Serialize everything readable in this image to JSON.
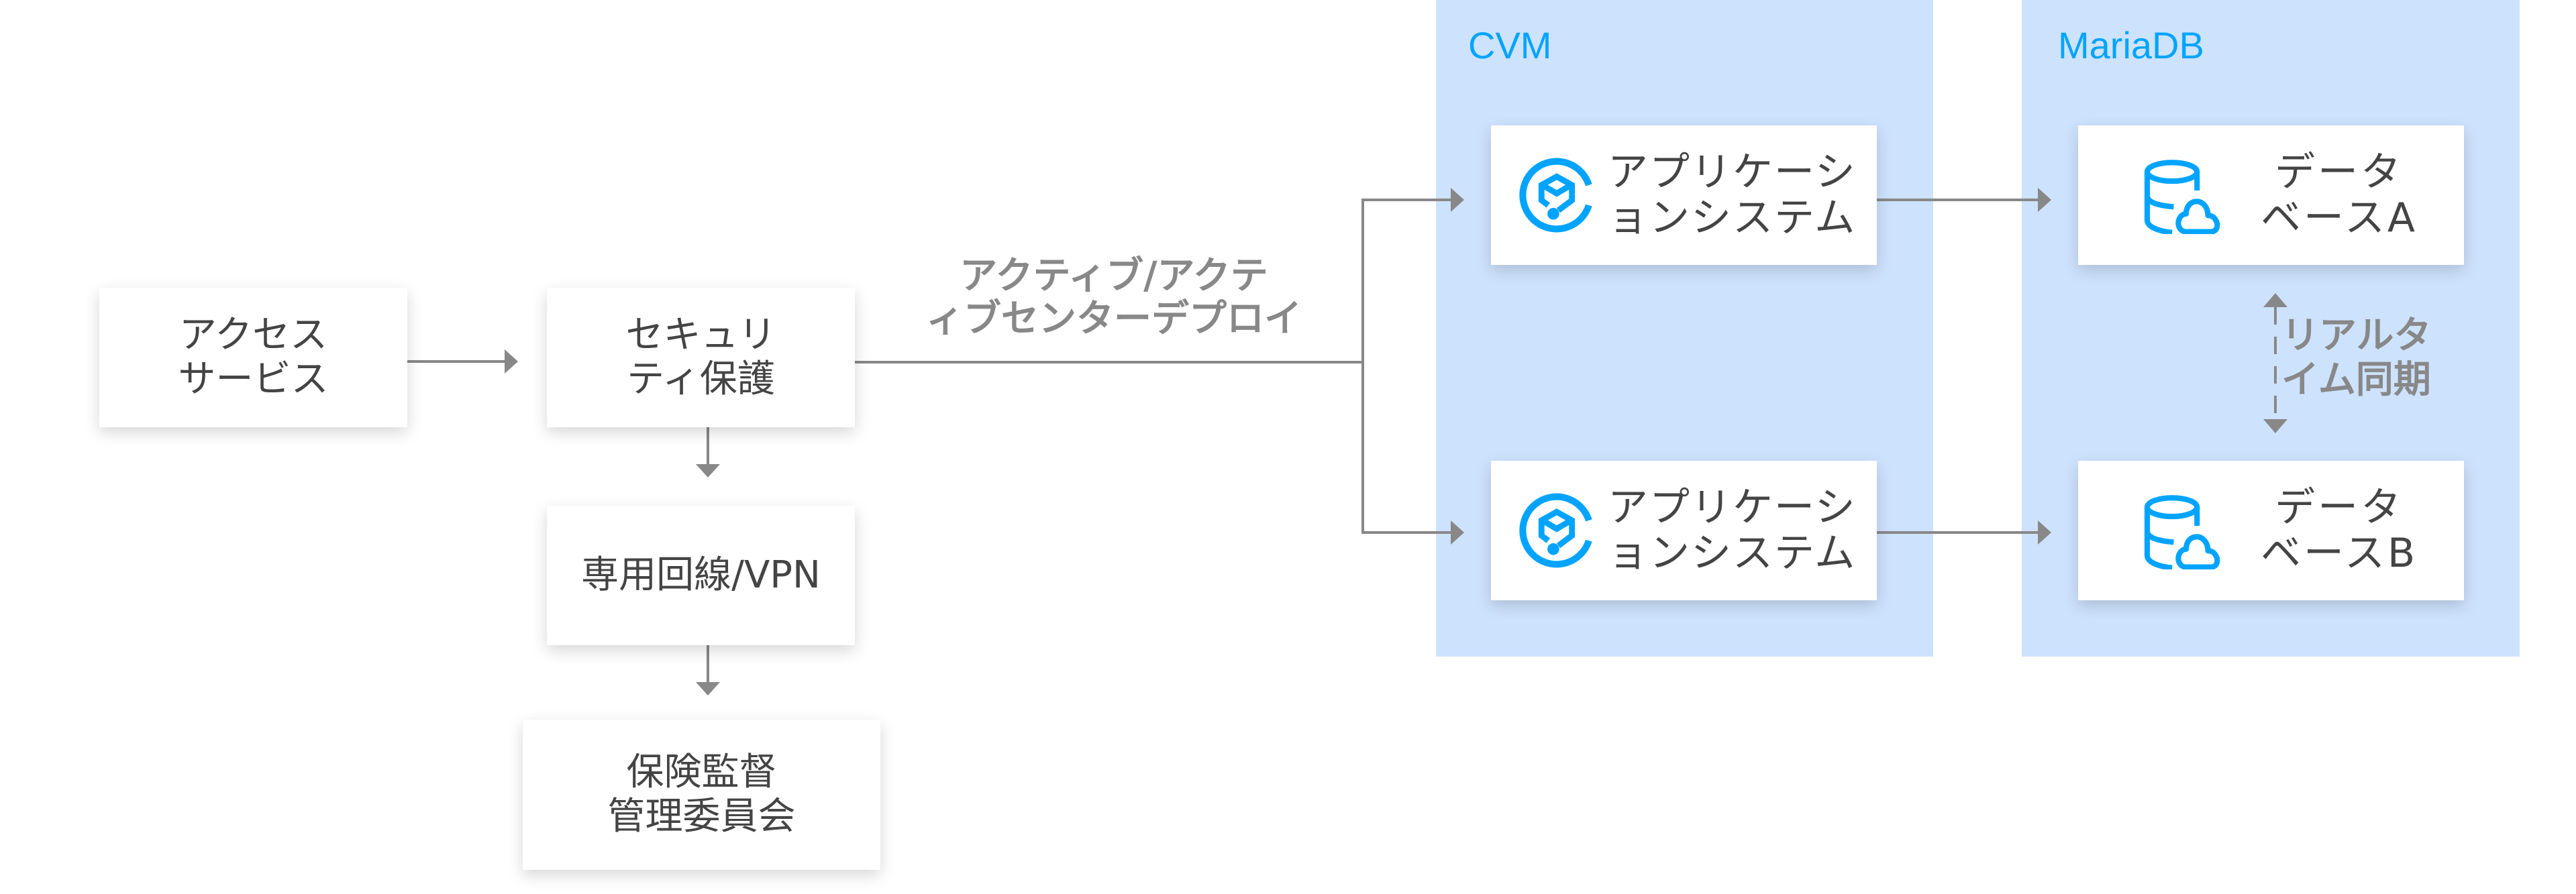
{
  "colors": {
    "accent": "#00a4ff",
    "panel_bg": "#cde2fd",
    "connector": "#888888",
    "box_text": "#444444"
  },
  "nodes": {
    "access_service": {
      "label": "アクセス\nサービス"
    },
    "security": {
      "label": "セキュリ\nティ保護"
    },
    "dedicated_line": {
      "label": "専用回線/VPN"
    },
    "regulator": {
      "label": "保険監督\n管理委員会"
    }
  },
  "edges": {
    "deploy_label": "アクティブ/アクテ\nィブセンターデプロイ",
    "sync_label": "リアルタ\nイム同期"
  },
  "groups": {
    "cvm": {
      "title": "CVM",
      "apps": [
        {
          "label": "アプリケーシ\nョンシステム",
          "icon": "app-cube-icon"
        },
        {
          "label": "アプリケーシ\nョンシステム",
          "icon": "app-cube-icon"
        }
      ]
    },
    "mariadb": {
      "title": "MariaDB",
      "databases": [
        {
          "label": "データ\nベースA",
          "icon": "cloud-database-icon"
        },
        {
          "label": "データ\nベースB",
          "icon": "cloud-database-icon"
        }
      ]
    }
  }
}
